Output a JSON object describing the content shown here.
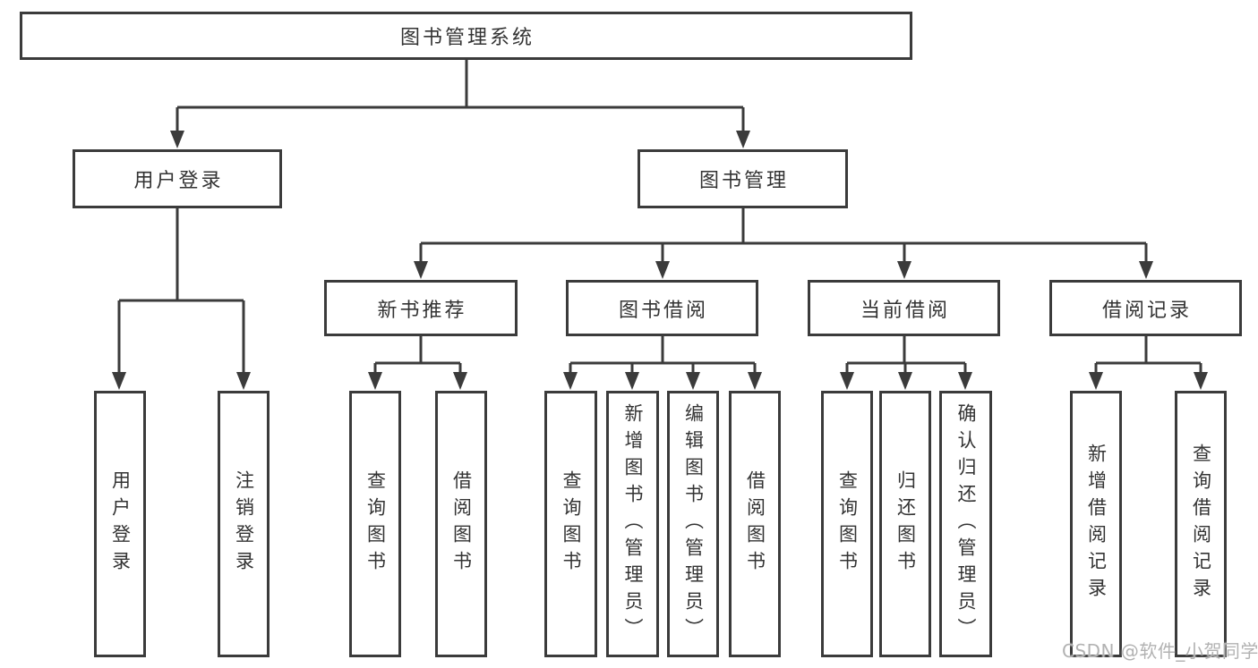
{
  "diagram_title": "图书管理系统",
  "watermark": "CSDN @软件_小贺同学",
  "colors": {
    "line": "#3b3b3b",
    "box_border": "#3b3b3b",
    "text": "#333333",
    "watermark": "#b2b2b2",
    "background": "#ffffff"
  },
  "tree": {
    "root": {
      "label": "图书管理系统"
    },
    "branches": [
      {
        "label": "用户登录",
        "children": [
          "用户登录",
          "注销登录"
        ]
      },
      {
        "label": "图书管理",
        "children": [
          {
            "label": "新书推荐",
            "children": [
              "查询图书",
              "借阅图书"
            ]
          },
          {
            "label": "图书借阅",
            "children": [
              "查询图书",
              "新增图书（管理员）",
              "编辑图书（管理员）",
              "借阅图书"
            ]
          },
          {
            "label": "当前借阅",
            "children": [
              "查询图书",
              "归还图书",
              "确认归还（管理员）"
            ]
          },
          {
            "label": "借阅记录",
            "children": [
              "新增借阅记录",
              "查询借阅记录"
            ]
          }
        ]
      }
    ]
  }
}
